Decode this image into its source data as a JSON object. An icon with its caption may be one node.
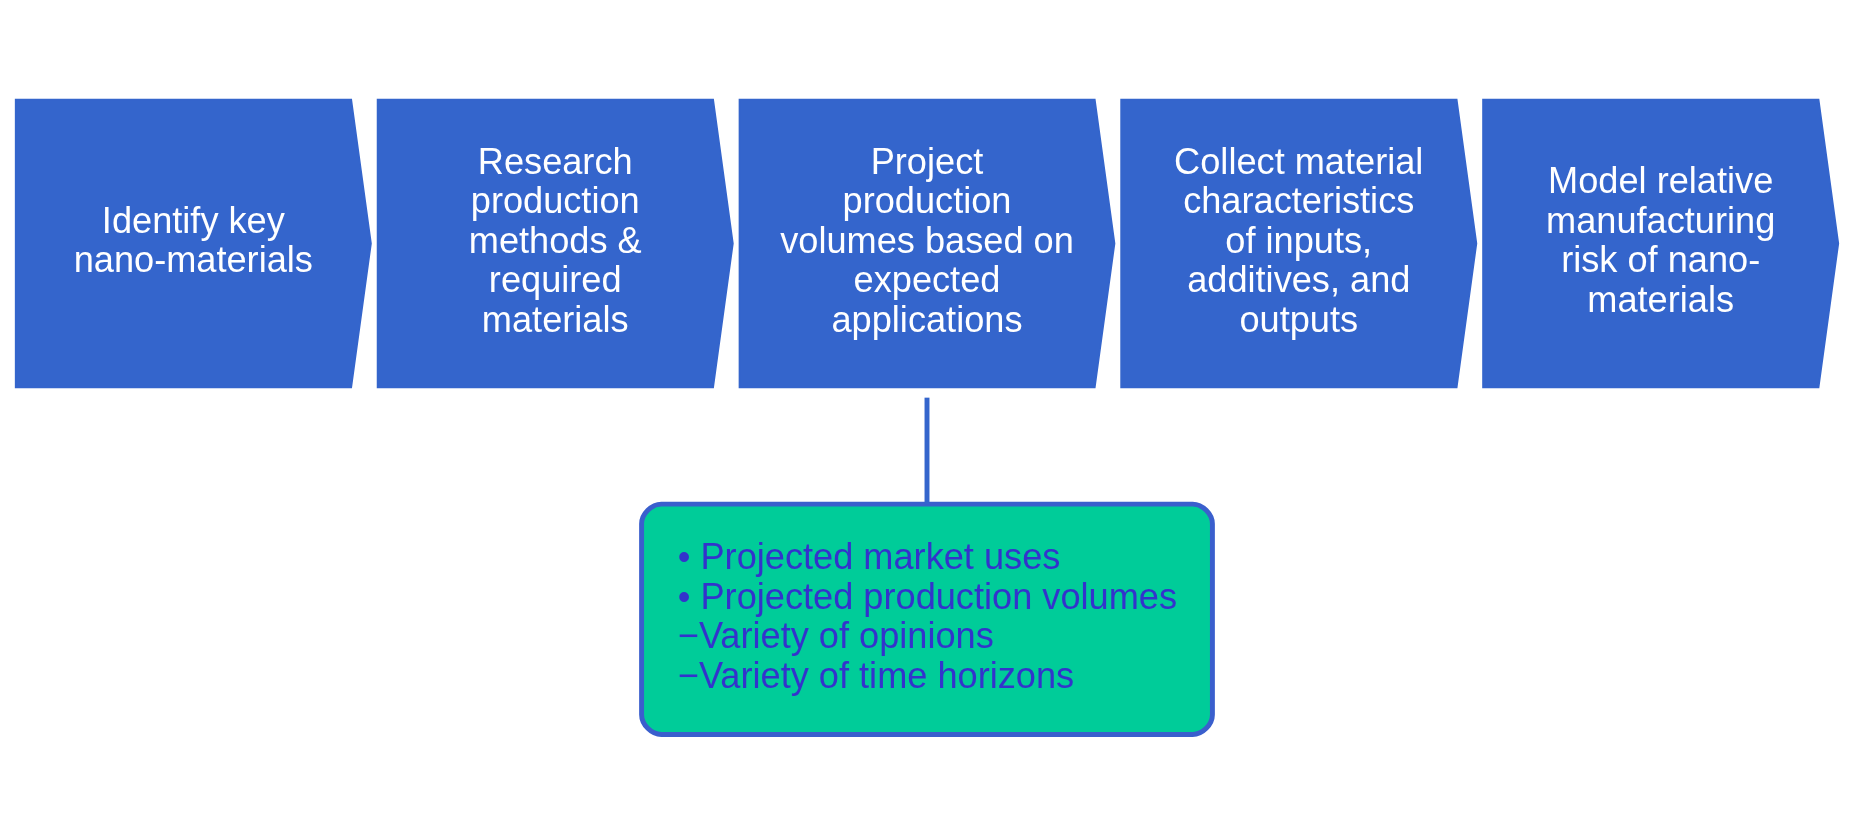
{
  "diagram": {
    "nodes": [
      {
        "text": [
          "Identify key nano-materials"
        ]
      },
      {
        "text": [
          "Research production methods & required materials"
        ]
      },
      {
        "text": [
          "Project production volumes based on expected applications"
        ]
      },
      {
        "text": [
          "Collect material characteristics of inputs, additives, and outputs"
        ]
      },
      {
        "text": [
          "Model relative manufacturing risk of nano-materials"
        ]
      },
      {
        "text": [
          "• Projected market uses",
          "• Projected production volumes",
          "−Variety of opinions",
          "−Variety of time horizons"
        ]
      }
    ],
    "edges": [
      {
        "from": 2,
        "to": 5,
        "arrow": "none"
      }
    ]
  }
}
